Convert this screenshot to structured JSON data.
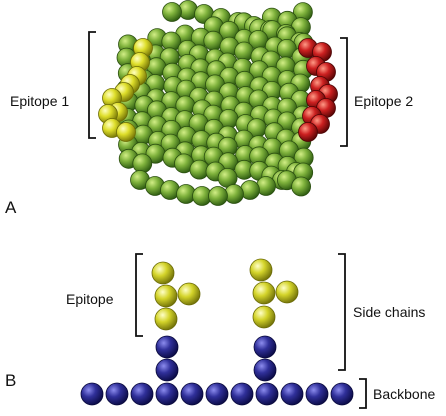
{
  "panel_a": {
    "label": "A",
    "epitope_1_label": "Epitope 1",
    "epitope_2_label": "Epitope 2"
  },
  "panel_b": {
    "label": "B",
    "epitope_label": "Epitope",
    "side_chains_label": "Side chains",
    "backbone_label": "Backbone"
  },
  "colors": {
    "protein_surface": "#5f9a2e",
    "epitope_1": "#d8d81c",
    "epitope_2": "#c21c1c",
    "backbone": "#26268a",
    "epitope_groups": "#cfcf1e",
    "bracket": "#111111"
  }
}
